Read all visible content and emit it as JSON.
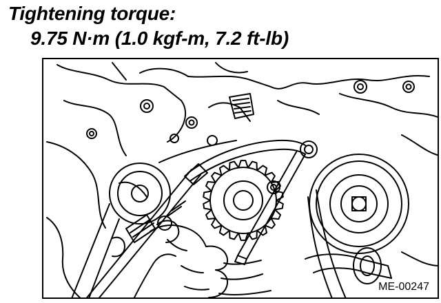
{
  "spec": {
    "label": "Tightening torque:",
    "value": "9.75 N·m (1.0 kgf-m, 7.2 ft-lb)"
  },
  "figure": {
    "code": "ME-00247"
  }
}
